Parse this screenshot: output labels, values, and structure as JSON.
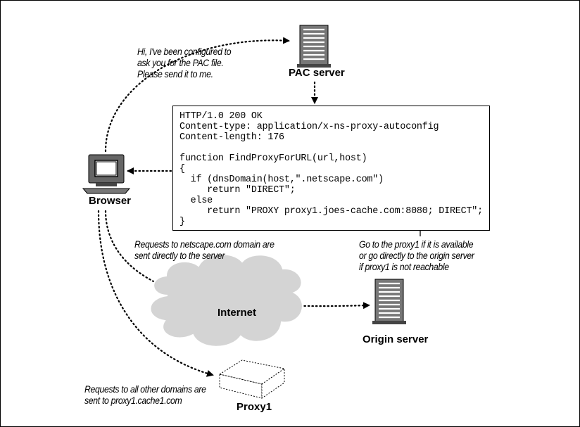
{
  "nodes": {
    "pac_server": "PAC server",
    "browser": "Browser",
    "internet": "Internet",
    "origin_server": "Origin server",
    "proxy1": "Proxy1"
  },
  "annotations": {
    "browser_request": [
      "Hi, I've been configured to",
      "ask you for the PAC file.",
      "Please send it to me."
    ],
    "direct_requests": [
      "Requests to netscape.com domain are",
      "sent directly to the server"
    ],
    "proxy_fallback": [
      "Go to the proxy1 if it is available",
      "or go directly to the origin server",
      "if proxy1 is not reachable"
    ],
    "other_requests": [
      "Requests to all other domains are",
      "sent to proxy1.cache1.com"
    ]
  },
  "pac_response": {
    "lines": [
      "HTTP/1.0 200 OK",
      "Content-type: application/x-ns-proxy-autoconfig",
      "Content-length: 176",
      "",
      "function FindProxyForURL(url,host)",
      "{",
      "  if (dnsDomain(host,\".netscape.com\")",
      "     return \"DIRECT\";",
      "  else",
      "     return \"PROXY proxy1.joes-cache.com:8080; DIRECT\";",
      "}"
    ]
  }
}
